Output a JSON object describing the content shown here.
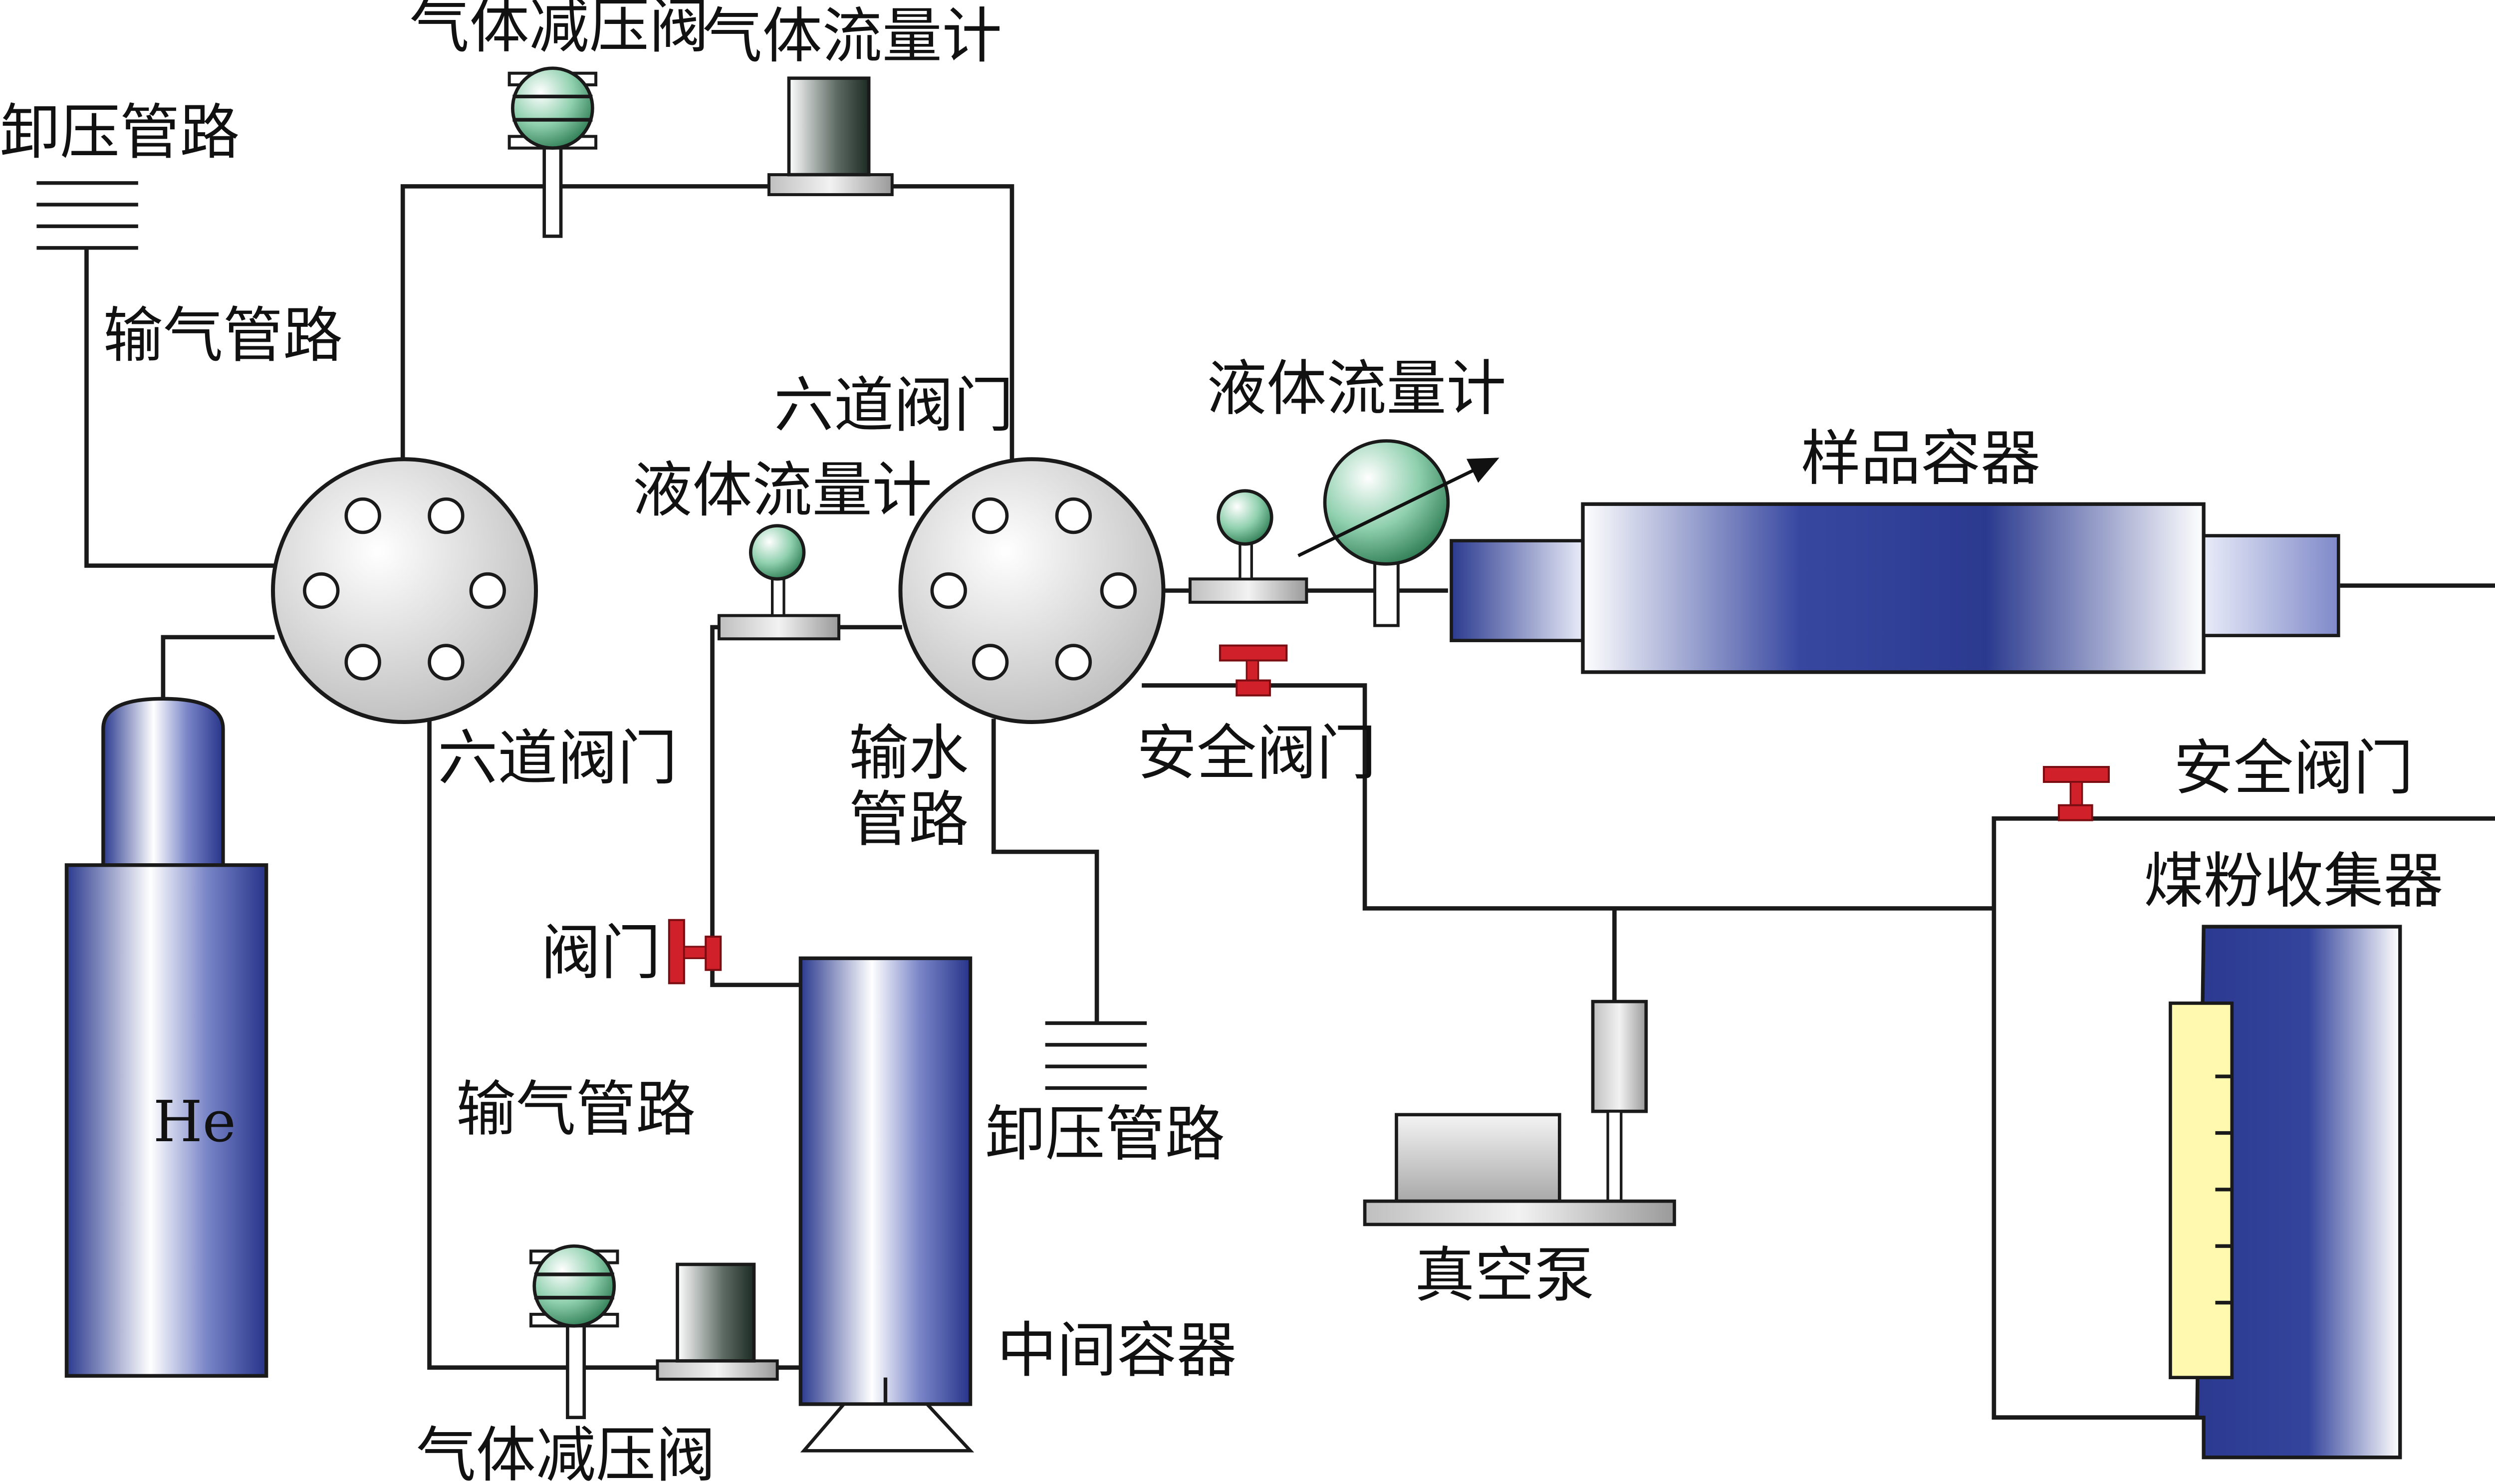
{
  "labels": {
    "vent_line_top_left": "卸压管路",
    "gas_line_upper": "输气管路",
    "gas_reducer_top": "气体减压阀",
    "gas_flowmeter_top": "气体流量计",
    "six_way_valve_right": "六道阀门",
    "liquid_flowmeter_left": "液体流量计",
    "liquid_flowmeter_right": "液体流量计",
    "sample_container": "样品容器",
    "six_way_valve_left": "六道阀门",
    "water_line": "输水\n管路",
    "safety_valve_center": "安全阀门",
    "safety_valve_right": "安全阀门",
    "coal_collector": "煤粉收集器",
    "valve": "阀门",
    "gas_line_lower": "输气管路",
    "vent_line_bottom": "卸压管路",
    "vacuum_pump": "真空泵",
    "intermediate_container": "中间容器",
    "gas_reducer_bottom": "气体减压阀",
    "helium_cylinder": "He"
  },
  "colors": {
    "vessel_blue": "#2b3a8f",
    "vessel_highlight": "#ffffff",
    "safety_valve_red": "#d0202a",
    "gauge_green": "#3f9c6f",
    "valve_disc_gray": "#cfcfcf",
    "scale_yellow": "#fff9b0"
  }
}
